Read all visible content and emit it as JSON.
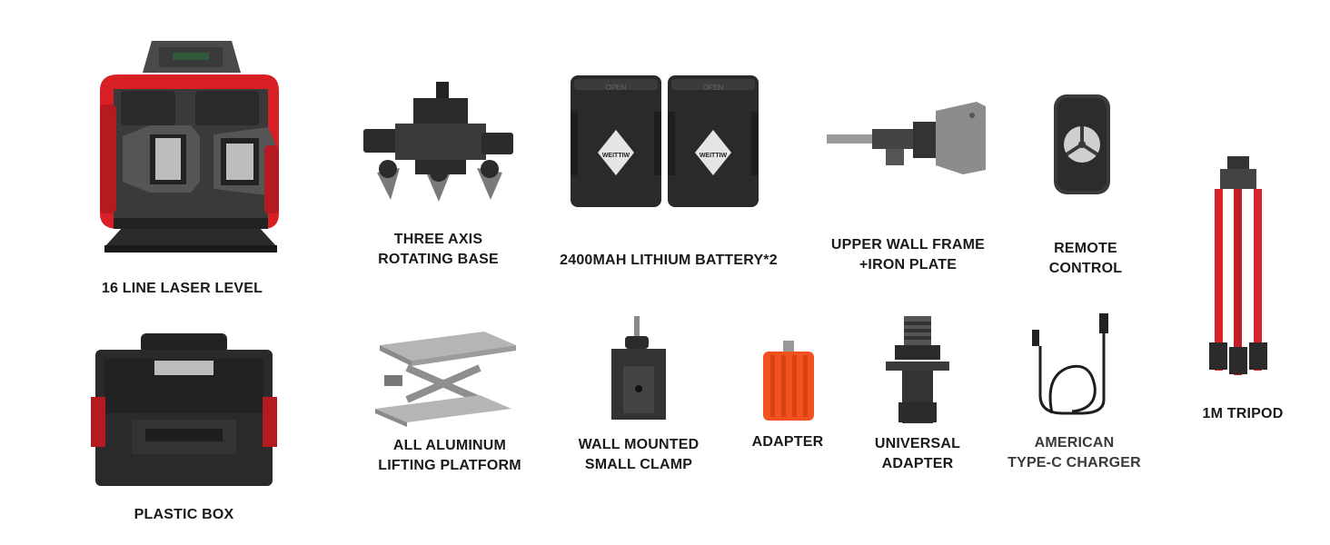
{
  "labels": {
    "laser_level": "16 LINE LASER LEVEL",
    "rotating_base": [
      "THREE AXIS",
      "ROTATING BASE"
    ],
    "battery": "2400MAH LITHIUM BATTERY*2",
    "wall_frame": [
      "UPPER WALL FRAME",
      "+IRON PLATE"
    ],
    "remote": [
      "REMOTE",
      "CONTROL"
    ],
    "tripod": "1M TRIPOD",
    "plastic_box": "PLASTIC BOX",
    "lifting_platform": [
      "ALL ALUMINUM",
      "LIFTING PLATFORM"
    ],
    "wall_clamp": [
      "WALL MOUNTED",
      "SMALL CLAMP"
    ],
    "adapter": "ADAPTER",
    "universal_adapter": [
      "UNIVERSAL",
      "ADAPTER"
    ],
    "charger": [
      "AMERICAN",
      "TYPE-C CHARGER"
    ]
  },
  "battery_text": {
    "top": "OPEN",
    "brand": "WEITTIW"
  },
  "colors": {
    "laser_red": "#d81f26",
    "tool_dark": "#2b2b2b",
    "tool_grey": "#8a8a8a",
    "adapter_orange": "#f2521f",
    "tripod_red": "#d8232a",
    "text": "#1a1a1a"
  }
}
